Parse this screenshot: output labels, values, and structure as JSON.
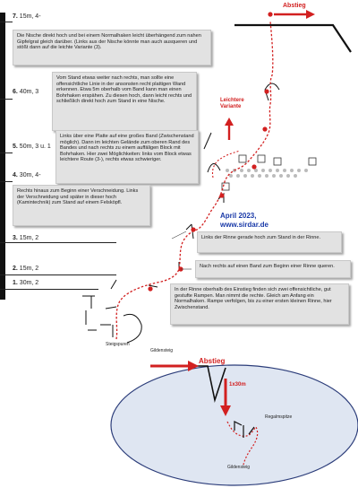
{
  "pitches": [
    {
      "num": "7.",
      "text": "15m, 4-"
    },
    {
      "num": "6.",
      "text": "40m, 3"
    },
    {
      "num": "5.",
      "text": "50m, 3 u. 1"
    },
    {
      "num": "4.",
      "text": "30m, 4-"
    },
    {
      "num": "3.",
      "text": "15m, 2"
    },
    {
      "num": "2.",
      "text": "15m, 2"
    },
    {
      "num": "1.",
      "text": "30m, 2"
    }
  ],
  "notes": {
    "pitch7": "Die Nische direkt hoch und bei einem Normalhaken leicht überhängend zum nahen Gipfelgrat gleich darüber. (Links aus der Nische könnte man auch ausqueren und stößt dann auf die leichte Variante (3).",
    "pitch6": "Vom Stand etwas weiter nach rechts, man sollte eine offensichtliche Linie in der ansonsten recht plattigen Wand erkennen. Etwa 5m oberhalb vom Band kann man einen Bohrhaken erspähen. Zu diesen hoch, dann leicht rechts und schließlich direkt hoch zum Stand in eine Nische.",
    "pitch5": "Links über eine Platte auf eine großes Band (Zwischenstand möglich). Dann im leichten Gelände zum oberen Rand des Bandes und nach rechts zu einem auffäligen Block mit Bohrhaken. Hier zwei Möglichkeiten: links vom Block etwas leichtere Route (3-), rechts etwas schwieriger.",
    "pitch4": "Rechts hinaus zum Beginn einer Verschneidung. Links der Verschneidung und später in dieser hoch (Kamintechnik) zum Stand auf einem Felsköpfl.",
    "pitch3": "Links der Rinne gerade hoch zum Stand in der Rinne.",
    "pitch2": "Nach rechts auf einen Band zum Beginn einer Rinne queren.",
    "pitch1": "In der Rinne oberhalb des Einstieg finden sich zwei offensichtliche, gut gestufte Rampen. Man nimmt die rechte. Gleich am Anfang ein Normalhaken. Rampe verfolgen, bis zu einer ersten kleinen Rinne, hier Zwischenstand."
  },
  "labels": {
    "abstieg_top": "Abstieg",
    "leichtere_variante": "Leichtere Variante",
    "date": "April 2023,",
    "website": "www.sirdar.de",
    "steigspuren": "Steigspuren",
    "gildensteig_top": "Gildensteig",
    "abstieg_inset": "Abstieg",
    "abseil": "1x30m",
    "regalmspitze": "Regalmspitze",
    "gildensteig_inset": "Gildensteig"
  },
  "colors": {
    "route": "#d22020",
    "credit": "#1a3aa8",
    "inset_fill": "#dfe6f2",
    "inset_stroke": "#2c3d7a"
  }
}
